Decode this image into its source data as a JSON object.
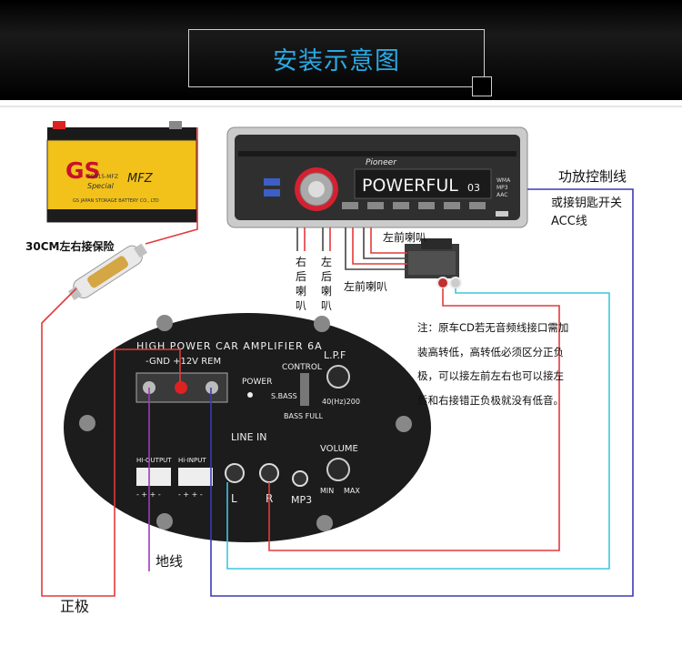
{
  "banner": {
    "title": "安装示意图"
  },
  "battery": {
    "brand": "GS",
    "badge": "MFZ",
    "special": "Special",
    "model": "55415-MFZ",
    "maker": "GS JAPAN STORAGE BATTERY CO., LTD"
  },
  "fuse_label": "30CM左右接保险",
  "head_unit": {
    "brand": "Pioneer",
    "display_text": "POWERFUL",
    "display_num": "03",
    "right_labels": [
      "WMA",
      "MP3",
      "AAC"
    ]
  },
  "labels": {
    "amp_control": "功放控制线",
    "acc_line_1": "或接钥匙开关",
    "acc_line_2": "ACC线",
    "left_front_1": "左前喇叭",
    "left_front_2": "左前喇叭",
    "right_rear": "右后喇叭",
    "left_rear": "左后喇叭",
    "ground": "地线",
    "positive": "正极"
  },
  "note": "注：原车CD若无音频线接口需加装高转低，高转低必须区分正负极，可以接左前左右也可以接左后和右接错正负极就没有低音。",
  "amp": {
    "title": "HIGH POWER CAR AMPLIFIER 6A",
    "terminals": "-GND +12V REM",
    "power": "POWER",
    "control": "CONTROL",
    "sbass": "S.BASS",
    "bass_full": "BASS FULL",
    "lpf": "L.P.F",
    "lpf_range": "40(Hz)200",
    "line_in": "LINE IN",
    "volume": "VOLUME",
    "min": "MIN",
    "max": "MAX",
    "mp3": "MP3",
    "l": "L",
    "r": "R",
    "hi_output": "HI-OUTPUT",
    "hi_input": "Hi-INPUT",
    "pins": "- + + -"
  },
  "colors": {
    "banner_title": "#2aa9e4",
    "wire_red": "#e23a3a",
    "wire_blue": "#3b3bb5",
    "wire_cyan": "#3ec6e0",
    "wire_purple": "#9b3bbd"
  }
}
